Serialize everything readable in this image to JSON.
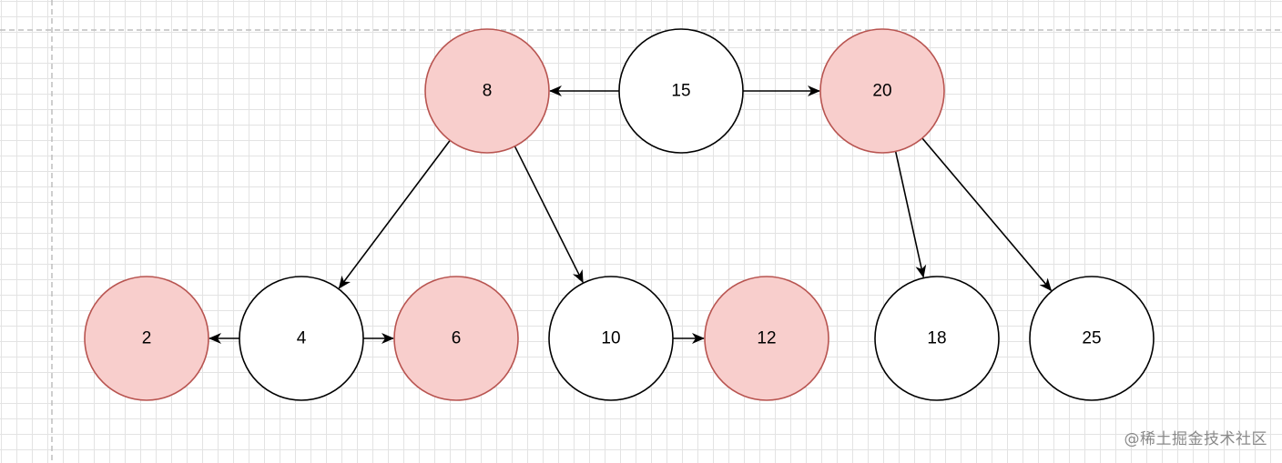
{
  "colors": {
    "highlight_fill": "#f8cecc",
    "highlight_stroke": "#b85450",
    "plain_fill": "#ffffff",
    "plain_stroke": "#000000",
    "edge": "#000000",
    "guide": "#bdbdbd"
  },
  "nodes": [
    {
      "id": "n15",
      "label": "15",
      "highlight": false
    },
    {
      "id": "n8",
      "label": "8",
      "highlight": true
    },
    {
      "id": "n20",
      "label": "20",
      "highlight": true
    },
    {
      "id": "n2",
      "label": "2",
      "highlight": true
    },
    {
      "id": "n4",
      "label": "4",
      "highlight": false
    },
    {
      "id": "n6",
      "label": "6",
      "highlight": true
    },
    {
      "id": "n10",
      "label": "10",
      "highlight": false
    },
    {
      "id": "n12",
      "label": "12",
      "highlight": true
    },
    {
      "id": "n18",
      "label": "18",
      "highlight": false
    },
    {
      "id": "n25",
      "label": "25",
      "highlight": false
    }
  ],
  "edges": [
    {
      "from": "n15",
      "to": "n8"
    },
    {
      "from": "n15",
      "to": "n20"
    },
    {
      "from": "n8",
      "to": "n4"
    },
    {
      "from": "n8",
      "to": "n10"
    },
    {
      "from": "n20",
      "to": "n18"
    },
    {
      "from": "n20",
      "to": "n25"
    },
    {
      "from": "n4",
      "to": "n2"
    },
    {
      "from": "n4",
      "to": "n6"
    },
    {
      "from": "n10",
      "to": "n12"
    }
  ],
  "watermark": "@稀土掘金技术社区"
}
